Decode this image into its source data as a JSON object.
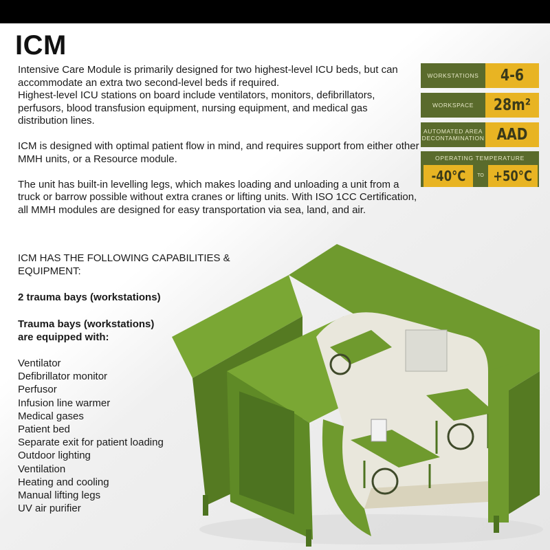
{
  "title": "ICM",
  "intro": {
    "p1_line1": "Intensive Care Module is primarily designed for two highest-level ICU beds, but can accommodate an extra two second-level beds if required.",
    "p1_line2": "Highest-level ICU stations on board include ventilators, monitors, defibrillators, perfusors, blood transfusion equipment, nursing equipment, and medical gas distribution lines.",
    "p2": "ICM is designed with optimal patient flow in mind, and requires support from either other MMH units, or a Resource module.",
    "p3": "The unit has built-in levelling legs, which makes loading and unloading a unit from a truck or barrow possible without extra cranes or lifting units. With ISO 1CC Certification, all MMH modules are designed for easy transportation via sea, land, and air."
  },
  "capabilities": {
    "heading": "ICM HAS THE FOLLOWING CAPABILITIES & EQUIPMENT:",
    "bays": "2 trauma bays (workstations)",
    "equipped_heading": "Trauma bays (workstations) are equipped with:",
    "items": [
      "Ventilator",
      "Defibrillator monitor",
      "Perfusor",
      "Infusion line warmer",
      "Medical gases",
      "Patient bed",
      "Separate exit for patient loading",
      "Outdoor lighting",
      "Ventilation",
      "Heating and cooling",
      "Manual lifting legs",
      "UV air purifier"
    ]
  },
  "specs": {
    "workstations": {
      "label": "WORKSTATIONS",
      "value": "4-6"
    },
    "workspace": {
      "label": "WORKSPACE",
      "value": "28m²"
    },
    "decon": {
      "label": "AUTOMATED AREA DECONTAMINATION",
      "value": "AAD"
    },
    "temperature": {
      "label": "OPERATING TEMPERATURE",
      "min": "-40°C",
      "to": "TO",
      "max": "+50°C"
    }
  },
  "colors": {
    "spec_green": "#5a6b2c",
    "spec_yellow": "#e8b423",
    "container_green": "#6f9a2e",
    "top_bar": "#000000"
  }
}
